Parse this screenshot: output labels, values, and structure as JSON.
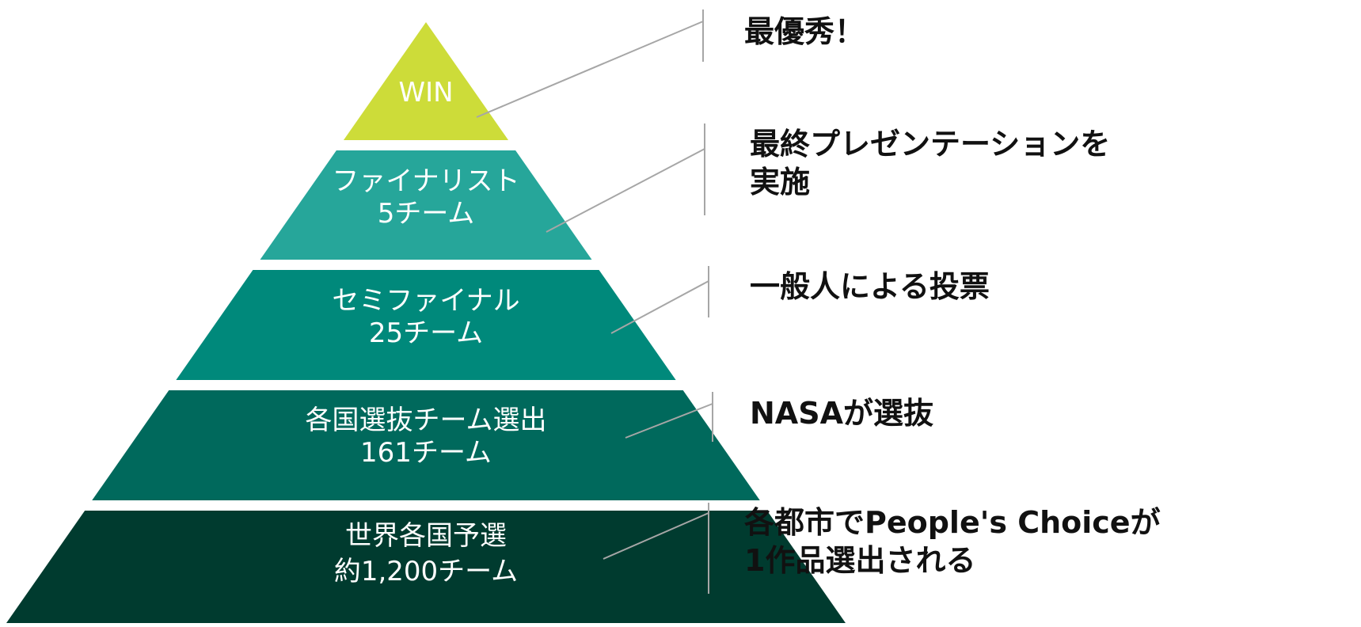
{
  "pyramid": {
    "tiers": [
      {
        "lines": [
          "WIN"
        ],
        "color": "#cddc39"
      },
      {
        "lines": [
          "ファイナリスト",
          "5チーム"
        ],
        "color": "#26a69a"
      },
      {
        "lines": [
          "セミファイナル",
          "25チーム"
        ],
        "color": "#00897b"
      },
      {
        "lines": [
          "各国選抜チーム選出",
          "161チーム"
        ],
        "color": "#00695c"
      },
      {
        "lines": [
          "世界各国予選",
          "約1,200チーム"
        ],
        "color": "#003b2f"
      }
    ]
  },
  "descriptions": [
    {
      "lines": [
        "最優秀！"
      ]
    },
    {
      "lines": [
        "最終プレゼンテーションを",
        "実施"
      ]
    },
    {
      "lines": [
        "一般人による投票"
      ]
    },
    {
      "lines": [
        "NASAが選抜"
      ]
    },
    {
      "lines": [
        "各都市でPeople's Choiceが",
        "1作品選出される"
      ]
    }
  ],
  "colors": {
    "connector": "#a6a6a6",
    "text": "#111111"
  }
}
